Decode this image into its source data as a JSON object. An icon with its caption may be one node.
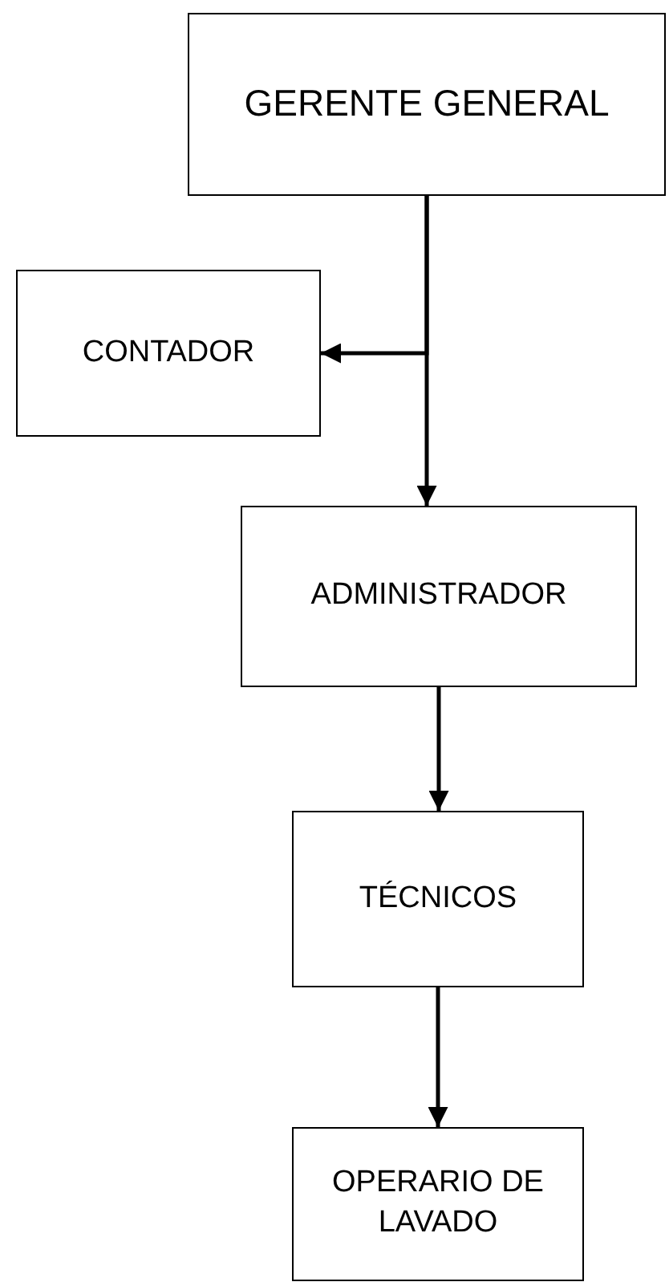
{
  "diagram": {
    "nodes": [
      {
        "text": [
          "GERENTE GENERAL"
        ]
      },
      {
        "text": [
          "CONTADOR"
        ]
      },
      {
        "text": [
          "ADMINISTRADOR"
        ]
      },
      {
        "text": [
          "TÉCNICOS"
        ]
      },
      {
        "text": [
          "OPERARIO DE LAVADO"
        ]
      }
    ],
    "edges": [
      {
        "from": 0,
        "to": 1,
        "arrow": "to"
      },
      {
        "from": 0,
        "to": 2,
        "arrow": "to"
      },
      {
        "from": 2,
        "to": 3,
        "arrow": "to"
      },
      {
        "from": 3,
        "to": 4,
        "arrow": "to"
      }
    ]
  }
}
